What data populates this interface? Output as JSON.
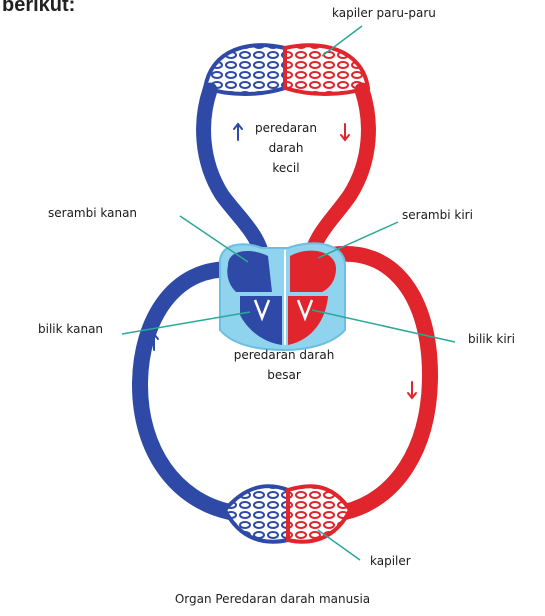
{
  "heading": "berikut:",
  "labels": {
    "kapiler_paru": "kapiler paru-paru",
    "small_circulation": [
      "peredaran",
      "darah",
      "kecil"
    ],
    "serambi_kanan": "serambi kanan",
    "serambi_kiri": "serambi kiri",
    "bilik_kanan": "bilik kanan",
    "bilik_kiri": "bilik kiri",
    "large_circulation": [
      "peredaran darah",
      "besar"
    ],
    "kapiler": "kapiler"
  },
  "caption": "Organ Peredaran darah manusia",
  "colors": {
    "deoxygenated": "#2e4aa6",
    "oxygenated": "#e0252c",
    "heart_outline": "#8fd3ee",
    "pointer": "#2aa89a"
  }
}
